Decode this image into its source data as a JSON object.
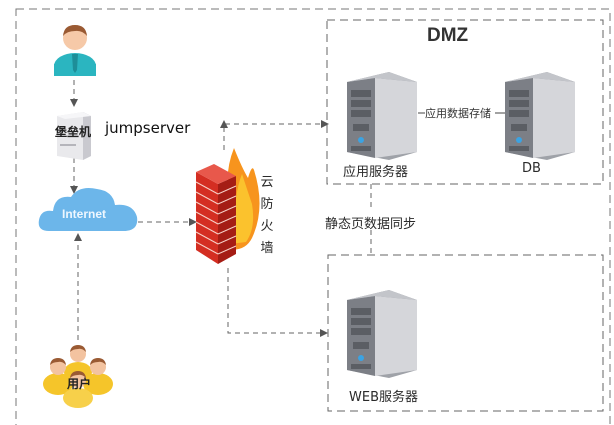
{
  "diagram": {
    "zones": {
      "dmz_title": "DMZ"
    },
    "nodes": {
      "admin_user": {
        "icon": "person-icon"
      },
      "bastion": {
        "label": "堡垒机",
        "side_label": "jumpserver",
        "icon": "server-tower-icon"
      },
      "internet": {
        "label": "Internet",
        "icon": "cloud-icon"
      },
      "users": {
        "label": "用户",
        "icon": "user-group-icon"
      },
      "firewall": {
        "label_chars": [
          "云",
          "防",
          "火",
          "墙"
        ],
        "icon": "firewall-icon"
      },
      "app_server": {
        "label": "应用服务器",
        "icon": "server-icon"
      },
      "db": {
        "label": "DB",
        "icon": "server-icon"
      },
      "web_server": {
        "label": "WEB服务器",
        "icon": "server-icon"
      }
    },
    "edges": {
      "app_db": "应用数据存储",
      "static_sync": "静态页数据同步"
    },
    "colors": {
      "cloud": "#6cb6ea",
      "firewall_brick": "#c9261c",
      "flame": "#f7941d",
      "person_body": "#2bb5c0",
      "user_group": "#f5c52a",
      "dash": "#666666"
    }
  }
}
